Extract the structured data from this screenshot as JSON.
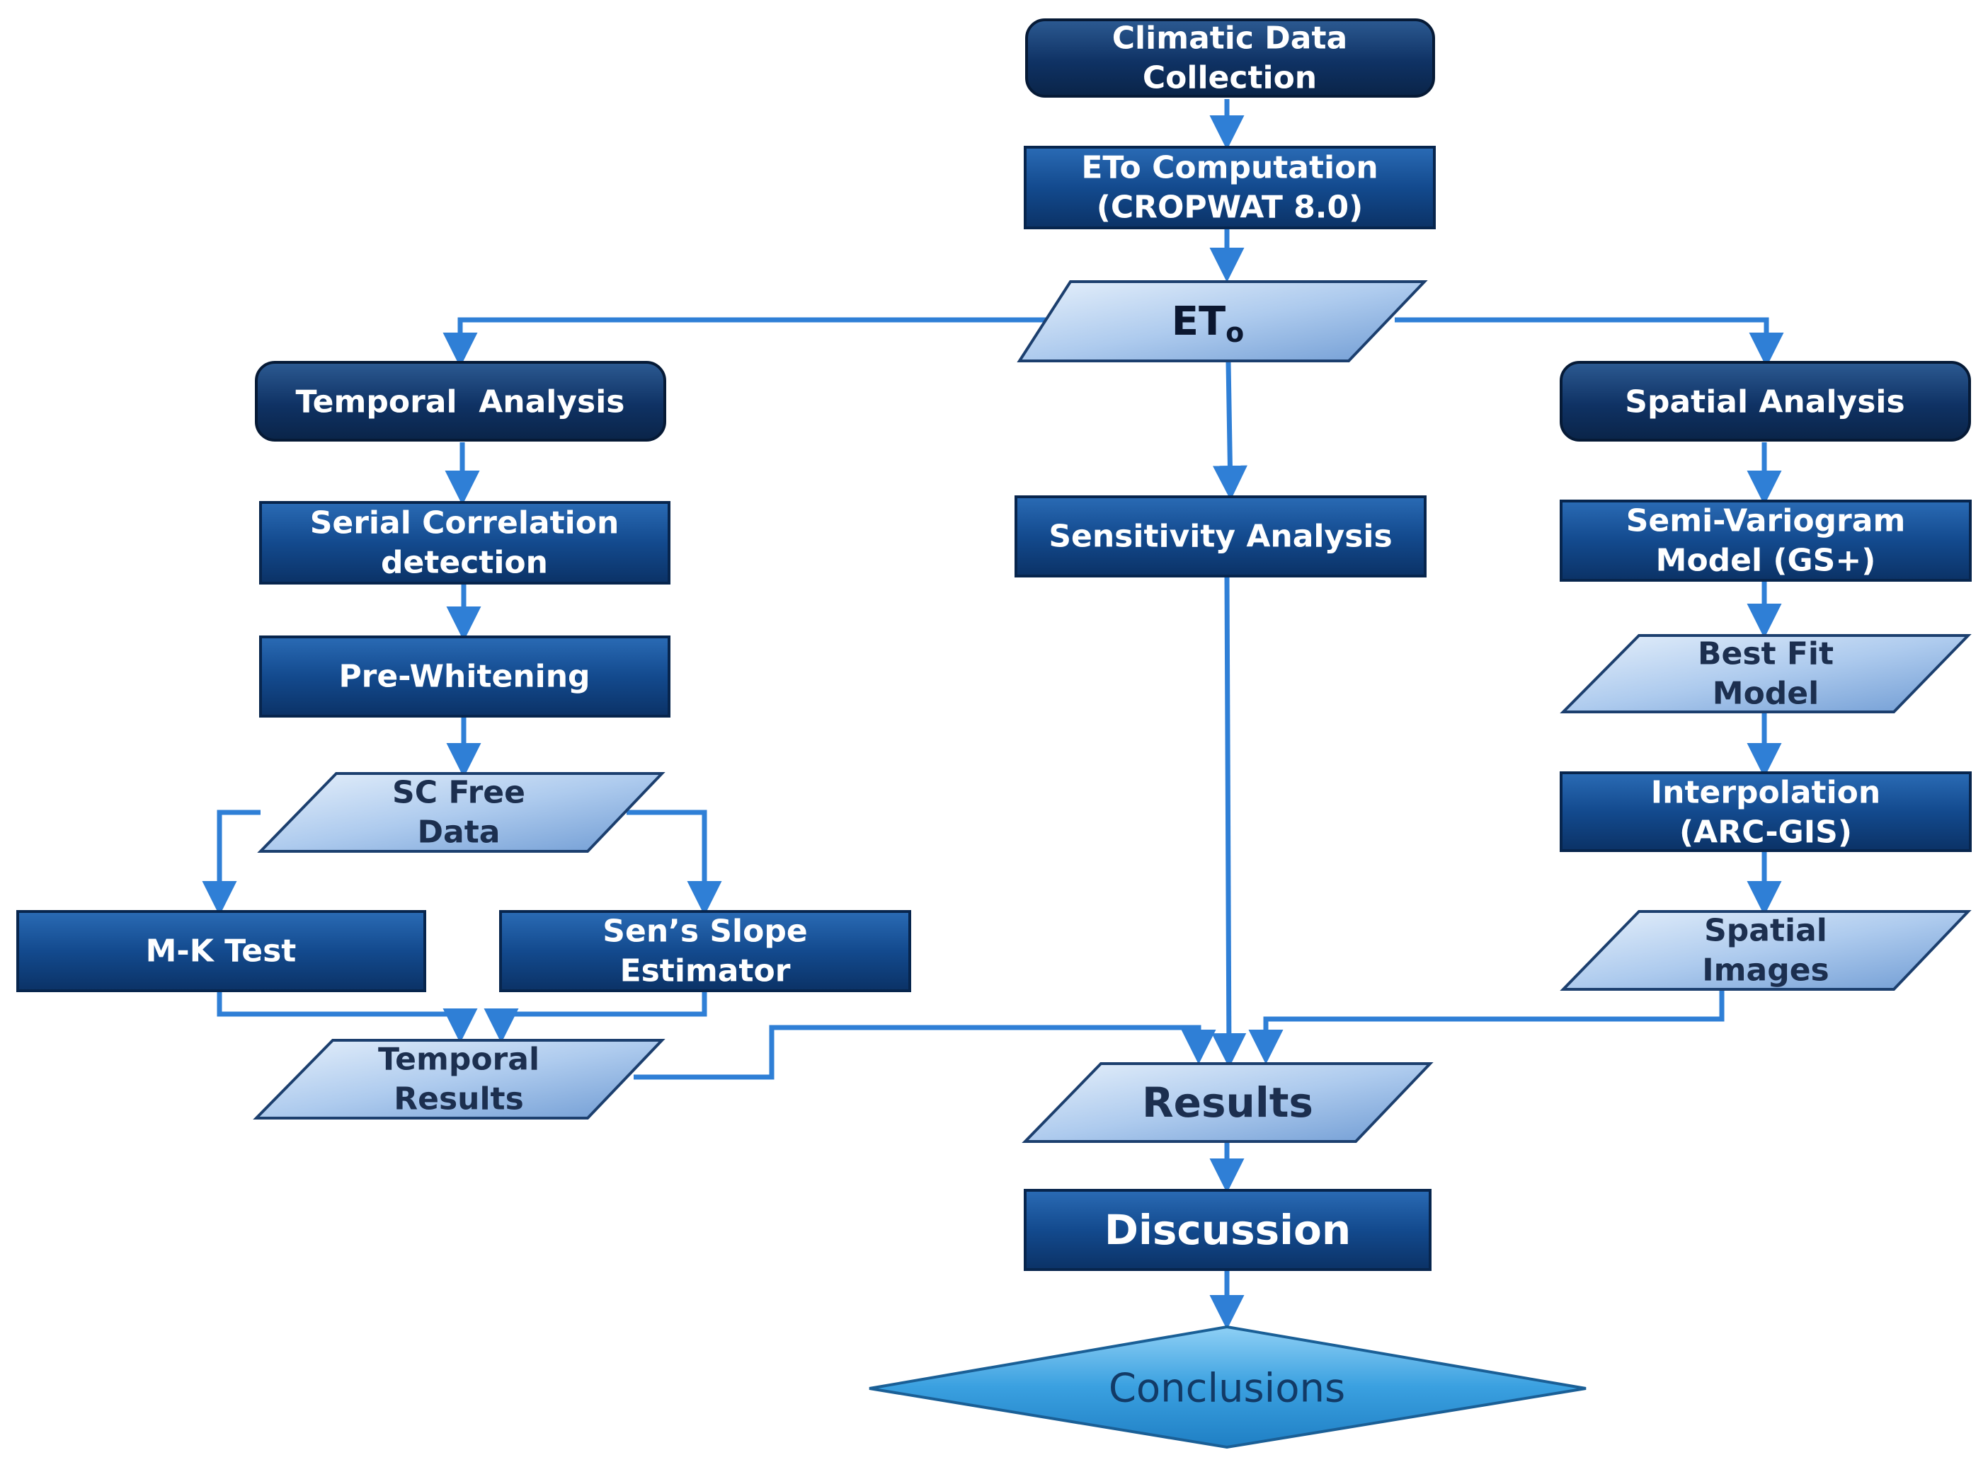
{
  "colors": {
    "dark_box": "#12407a",
    "rounded_box": "#0e2f5c",
    "light_para": "#a9c7ea",
    "arrow": "#2f7fd6",
    "diamond": "#3aa0e0",
    "light_text": "#1c2f4f"
  },
  "nodes": {
    "climatic": {
      "lines": [
        "Climatic Data",
        "Collection"
      ]
    },
    "eto_comp": {
      "lines": [
        "ETo Computation",
        "(CROPWAT 8.0)"
      ]
    },
    "eto": {
      "main": "ET",
      "sub": "o"
    },
    "temporal": {
      "lines": [
        "Temporal  Analysis"
      ]
    },
    "spatial": {
      "lines": [
        "Spatial Analysis"
      ]
    },
    "serial": {
      "lines": [
        "Serial Correlation",
        "detection"
      ]
    },
    "sensitivity": {
      "lines": [
        "Sensitivity Analysis"
      ]
    },
    "semivariogram": {
      "lines": [
        "Semi-Variogram",
        "Model (GS+)"
      ]
    },
    "prewhitening": {
      "lines": [
        "Pre-Whitening"
      ]
    },
    "bestfit": {
      "lines": [
        "Best Fit",
        "Model"
      ]
    },
    "scfree": {
      "lines": [
        "SC Free",
        "Data"
      ]
    },
    "interpolation": {
      "lines": [
        "Interpolation",
        "(ARC-GIS)"
      ]
    },
    "mktest": {
      "lines": [
        "M-K Test"
      ]
    },
    "senslope": {
      "lines": [
        "Sen’s Slope",
        "Estimator"
      ]
    },
    "spatialimages": {
      "lines": [
        "Spatial",
        "Images"
      ]
    },
    "temporalresults": {
      "lines": [
        "Temporal",
        "Results"
      ]
    },
    "results": {
      "lines": [
        "Results"
      ]
    },
    "discussion": {
      "lines": [
        "Discussion"
      ]
    },
    "conclusions": {
      "lines": [
        "Conclusions"
      ]
    }
  }
}
